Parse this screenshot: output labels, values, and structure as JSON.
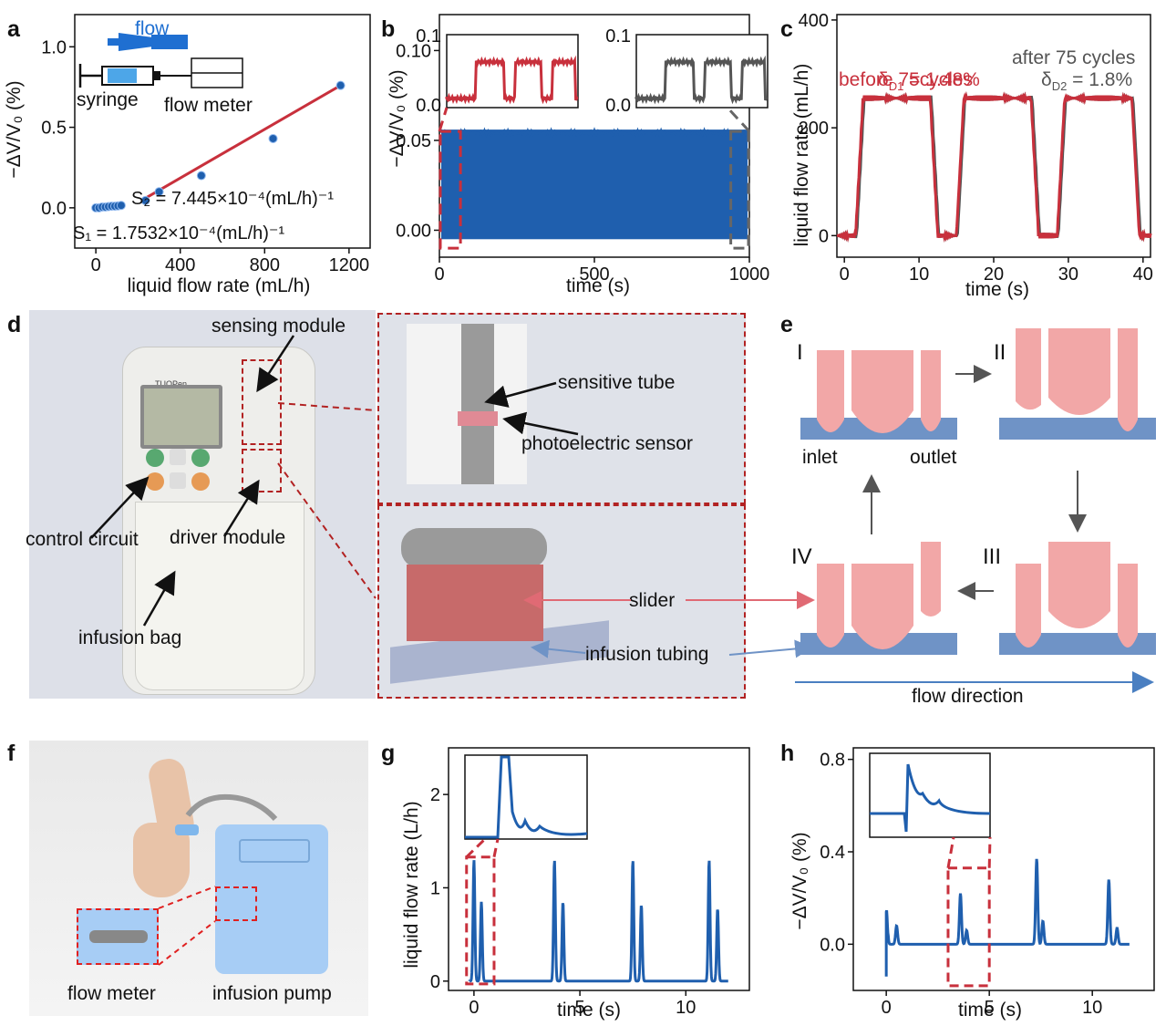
{
  "panels": {
    "a": "a",
    "b": "b",
    "c": "c",
    "d": "d",
    "e": "e",
    "f": "f",
    "g": "g",
    "h": "h"
  },
  "colors": {
    "blue": "#1f5fae",
    "red": "#c8303c",
    "gray": "#555555",
    "pink": "#f2a7a7",
    "tube": "#6f93c6",
    "darkred": "#b22222"
  },
  "chart_data": [
    {
      "id": "a",
      "type": "scatter",
      "xlabel": "liquid flow rate (mL/h)",
      "ylabel": "−ΔV/V₀ (%)",
      "xlim": [
        -100,
        1300
      ],
      "ylim": [
        -0.25,
        1.2
      ],
      "xticks": [
        0,
        400,
        800,
        1200
      ],
      "yticks": [
        0.0,
        0.5,
        1.0
      ],
      "points": [
        [
          0,
          0.0
        ],
        [
          15,
          0.0
        ],
        [
          30,
          0.005
        ],
        [
          45,
          0.005
        ],
        [
          60,
          0.008
        ],
        [
          75,
          0.01
        ],
        [
          90,
          0.01
        ],
        [
          105,
          0.012
        ],
        [
          120,
          0.015
        ],
        [
          235,
          0.045
        ],
        [
          300,
          0.1
        ],
        [
          500,
          0.2
        ],
        [
          840,
          0.43
        ],
        [
          1160,
          0.76
        ]
      ],
      "fit1": [
        [
          0,
          0.0
        ],
        [
          120,
          0.02
        ]
      ],
      "fit2": [
        [
          235,
          0.06
        ],
        [
          1160,
          0.76
        ]
      ],
      "inset": {
        "arrow_label": "flow",
        "syringe_label": "syringe",
        "meter_label": "flow meter"
      },
      "s2_label": "S₂ = 7.445×10⁻⁴(mL/h)⁻¹",
      "s1_label": "S₁ = 1.7532×10⁻⁴(mL/h)⁻¹"
    },
    {
      "id": "b",
      "type": "line",
      "xlabel": "time (s)",
      "ylabel": "−ΔV/V₀ (%)",
      "xlim": [
        0,
        1000
      ],
      "ylim": [
        -0.015,
        0.12
      ],
      "xticks": [
        0,
        500,
        1000
      ],
      "yticks": [
        0.0,
        0.05,
        0.1
      ],
      "band_low": -0.005,
      "band_high": 0.056,
      "inset_ylim": [
        0.0,
        0.1
      ],
      "inset_left_color": "red",
      "inset_right_color": "gray"
    },
    {
      "id": "c",
      "type": "line",
      "xlabel": "time (s)",
      "ylabel": "liquid flow rate (mL/h)",
      "xlim": [
        -1,
        41
      ],
      "ylim": [
        -40,
        410
      ],
      "xticks": [
        0,
        10,
        20,
        30,
        40
      ],
      "yticks": [
        0,
        200,
        400
      ],
      "series": [
        {
          "name": "before 75cycles",
          "color": "#c8303c"
        },
        {
          "name": "after 75 cycles",
          "color": "#555555"
        }
      ],
      "pulses": [
        [
          2.5,
          11.5
        ],
        [
          16,
          25
        ],
        [
          29.5,
          38.5
        ]
      ],
      "level": 255,
      "delta1": "δ",
      "delta1_sub": "D1",
      "delta1_val": " = 1.48%",
      "delta2": "δ",
      "delta2_sub": "D2",
      "delta2_val": " = 1.8%"
    },
    {
      "id": "g",
      "type": "line",
      "xlabel": "time (s)",
      "ylabel": "liquid flow rate (L/h)",
      "xlim": [
        -1.2,
        13
      ],
      "ylim": [
        -0.1,
        2.5
      ],
      "xticks": [
        0,
        5,
        10
      ],
      "yticks": [
        0,
        1,
        2
      ],
      "spikes": [
        [
          0.0,
          1.3
        ],
        [
          0.35,
          0.85
        ],
        [
          3.8,
          1.3
        ],
        [
          4.2,
          0.85
        ],
        [
          7.5,
          1.3
        ],
        [
          7.9,
          0.82
        ],
        [
          11.1,
          1.3
        ],
        [
          11.5,
          0.78
        ]
      ]
    },
    {
      "id": "h",
      "type": "line",
      "xlabel": "time (s)",
      "ylabel": "−ΔV/V₀ (%)",
      "xlim": [
        -1.6,
        13
      ],
      "ylim": [
        -0.2,
        0.85
      ],
      "xticks": [
        0,
        5,
        10
      ],
      "yticks": [
        0.0,
        0.4,
        0.8
      ],
      "spikes": [
        [
          0.0,
          0.28
        ],
        [
          0.5,
          0.08
        ],
        [
          3.6,
          0.22
        ],
        [
          3.9,
          0.06
        ],
        [
          7.3,
          0.37
        ],
        [
          7.6,
          0.1
        ],
        [
          10.8,
          0.28
        ],
        [
          11.2,
          0.07
        ]
      ]
    }
  ],
  "panel_d": {
    "device_brand": "TUOPen",
    "sensing_module": "sensing module",
    "control_circuit": "control circuit",
    "driver_module": "driver module",
    "infusion_bag": "infusion bag",
    "sensitive_tube": "sensitive tube",
    "photoelectric_sensor": "photoelectric sensor",
    "slider": "slider",
    "infusion_tubing": "infusion tubing"
  },
  "panel_e": {
    "stage1": "I",
    "stage2": "II",
    "stage3": "III",
    "stage4": "IV",
    "inlet": "inlet",
    "outlet": "outlet",
    "flow_direction": "flow direction"
  },
  "panel_f": {
    "flow_meter": "flow meter",
    "infusion_pump": "infusion pump"
  }
}
